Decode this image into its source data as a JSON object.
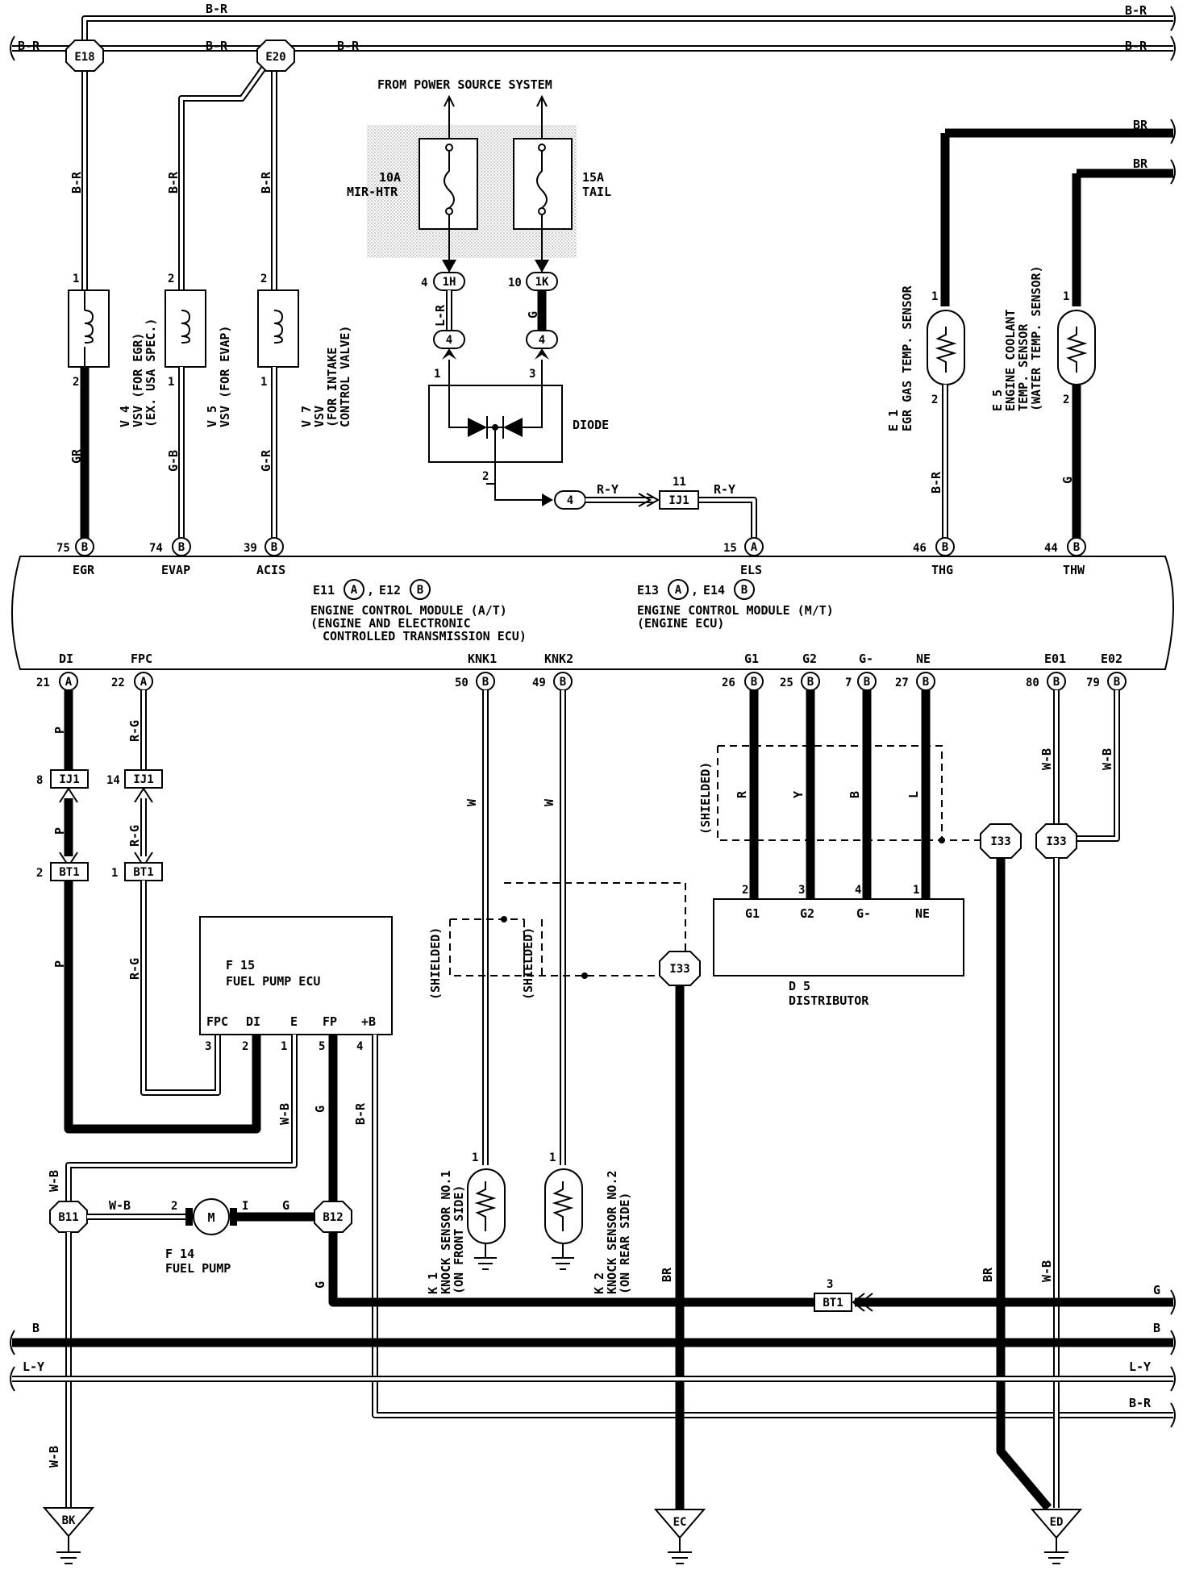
{
  "header": {
    "power_source": "FROM POWER SOURCE SYSTEM"
  },
  "fuses": [
    {
      "rating": "10A",
      "name": "MIR-HTR"
    },
    {
      "rating": "15A",
      "name": "TAIL"
    }
  ],
  "connectors": {
    "E18": "E18",
    "E20": "E20",
    "1H": "1H",
    "1K": "1K",
    "IJ1": "IJ1",
    "BT1": "BT1",
    "I33": "I33",
    "B11": "B11",
    "B12": "B12",
    "A": "A",
    "B": "B",
    "four": "4"
  },
  "grounds": {
    "bk": "BK",
    "ec": "EC",
    "ed": "ED"
  },
  "ecm": {
    "title_a": "E11",
    "title_b": "E12",
    "sep": ",",
    "line1": "ENGINE CONTROL MODULE (A/T)",
    "line2": "(ENGINE AND ELECTRONIC",
    "line3": "CONTROLLED TRANSMISSION ECU)",
    "title2_a": "E13",
    "title2_b": "E14",
    "line4": "ENGINE CONTROL MODULE (M/T)",
    "line5": "(ENGINE ECU)",
    "top_terms": [
      {
        "pin": "75",
        "name": "EGR",
        "conn": "B"
      },
      {
        "pin": "74",
        "name": "EVAP",
        "conn": "B"
      },
      {
        "pin": "39",
        "name": "ACIS",
        "conn": "B"
      },
      {
        "pin": "15",
        "name": "ELS",
        "conn": "A"
      },
      {
        "pin": "46",
        "name": "THG",
        "conn": "B"
      },
      {
        "pin": "44",
        "name": "THW",
        "conn": "B"
      }
    ],
    "bottom_terms": [
      {
        "pin": "21",
        "name": "DI",
        "conn": "A"
      },
      {
        "pin": "22",
        "name": "FPC",
        "conn": "A"
      },
      {
        "pin": "50",
        "name": "KNK1",
        "conn": "B"
      },
      {
        "pin": "49",
        "name": "KNK2",
        "conn": "B"
      },
      {
        "pin": "26",
        "name": "G1",
        "conn": "B"
      },
      {
        "pin": "25",
        "name": "G2",
        "conn": "B"
      },
      {
        "pin": "7",
        "name": "G-",
        "conn": "B"
      },
      {
        "pin": "27",
        "name": "NE",
        "conn": "B"
      },
      {
        "pin": "80",
        "name": "E01",
        "conn": "B"
      },
      {
        "pin": "79",
        "name": "E02",
        "conn": "B"
      }
    ]
  },
  "components": {
    "v4": {
      "id": "V 4",
      "name": "VSV (FOR EGR)",
      "sub": "(EX. USA SPEC.)"
    },
    "v5": {
      "id": "V 5",
      "name": "VSV (FOR EVAP)"
    },
    "v7": {
      "id": "V 7",
      "name": "VSV",
      "sub": "(FOR INTAKE",
      "sub2": "CONTROL VALVE)"
    },
    "diode": "DIODE",
    "e1": {
      "id": "E 1",
      "name": "EGR GAS TEMP. SENSOR"
    },
    "e5": {
      "id": "E 5",
      "name": "ENGINE COOLANT",
      "sub": "TEMP. SENSOR",
      "sub2": "(WATER TEMP. SENSOR)"
    },
    "f15": {
      "id": "F 15",
      "name": "FUEL PUMP ECU",
      "terms": [
        "FPC",
        "DI",
        "E",
        "FP",
        "+B"
      ]
    },
    "f14": {
      "id": "F 14",
      "name": "FUEL PUMP",
      "motor": "M"
    },
    "k1": {
      "id": "K 1",
      "name": "KNOCK SENSOR NO.1",
      "sub": "(ON FRONT SIDE)"
    },
    "k2": {
      "id": "K 2",
      "name": "KNOCK SENSOR NO.2",
      "sub": "(ON REAR SIDE)"
    },
    "d5": {
      "id": "D 5",
      "name": "DISTRIBUTOR",
      "terms": [
        "G1",
        "G2",
        "G-",
        "NE"
      ]
    },
    "shielded": "(SHIELDED)"
  },
  "wires": {
    "br_r": "B-R",
    "gr": "GR",
    "g_b": "G-B",
    "g_r": "G-R",
    "l_r": "L-R",
    "g": "G",
    "r_y": "R-Y",
    "br": "BR",
    "b_r": "B-R",
    "p": "P",
    "r_g": "R-G",
    "w": "W",
    "r": "R",
    "y": "Y",
    "b": "B",
    "l": "L",
    "w_b": "W-B",
    "l_y": "L-Y"
  },
  "pins": {
    "p1": "1",
    "p2": "2",
    "p3": "3",
    "p4": "4",
    "p5": "5",
    "p8": "8",
    "p10": "10",
    "p11": "11",
    "p14": "14",
    "pI": "I"
  }
}
